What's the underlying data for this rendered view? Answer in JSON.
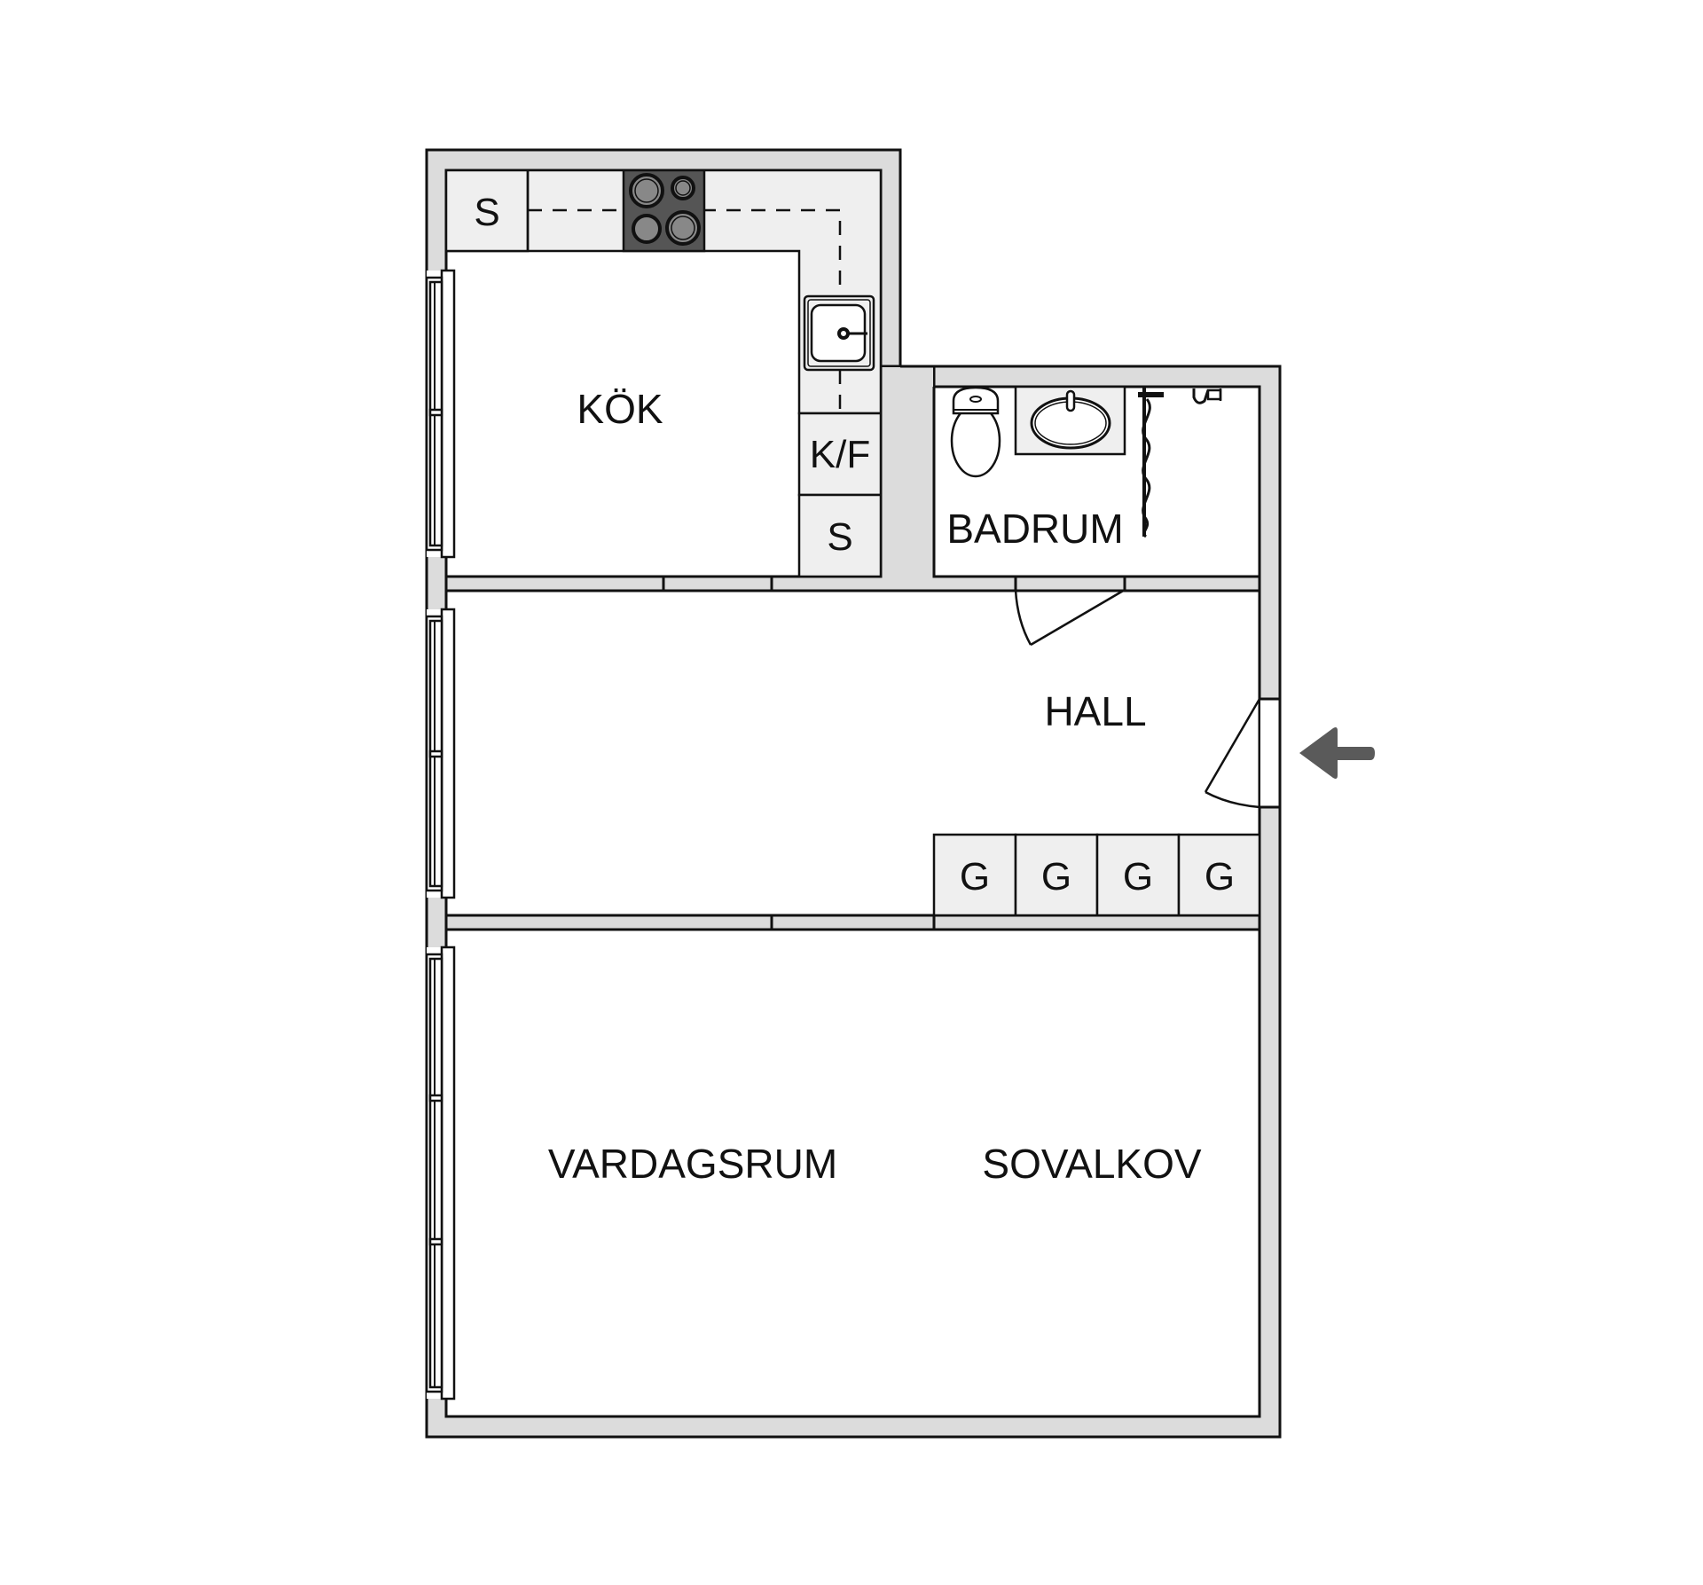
{
  "plan": {
    "rooms": {
      "kitchen": "KÖK",
      "bathroom": "BADRUM",
      "hall": "HALL",
      "living_room": "VARDAGSRUM",
      "sleeping_alcove": "SOVALKOV"
    },
    "cabinets": {
      "kitchen_top_left": "S",
      "fridge_freezer": "K/F",
      "kitchen_right_bottom": "S",
      "wardrobe_1": "G",
      "wardrobe_2": "G",
      "wardrobe_3": "G",
      "wardrobe_4": "G"
    },
    "icons": {
      "entrance": "entrance-arrow-icon",
      "stove": "stove-icon",
      "kitchen_sink": "kitchen-sink-icon",
      "toilet": "toilet-icon",
      "washbasin": "washbasin-icon",
      "shower_curtain": "shower-curtain-icon",
      "shower_head": "shower-head-icon"
    },
    "colors": {
      "wall_fill": "#dcdcdc",
      "cabinet_fill": "#efefef",
      "stove_fill": "#555555",
      "arrow": "#5a5a5a",
      "line": "#111111"
    }
  }
}
